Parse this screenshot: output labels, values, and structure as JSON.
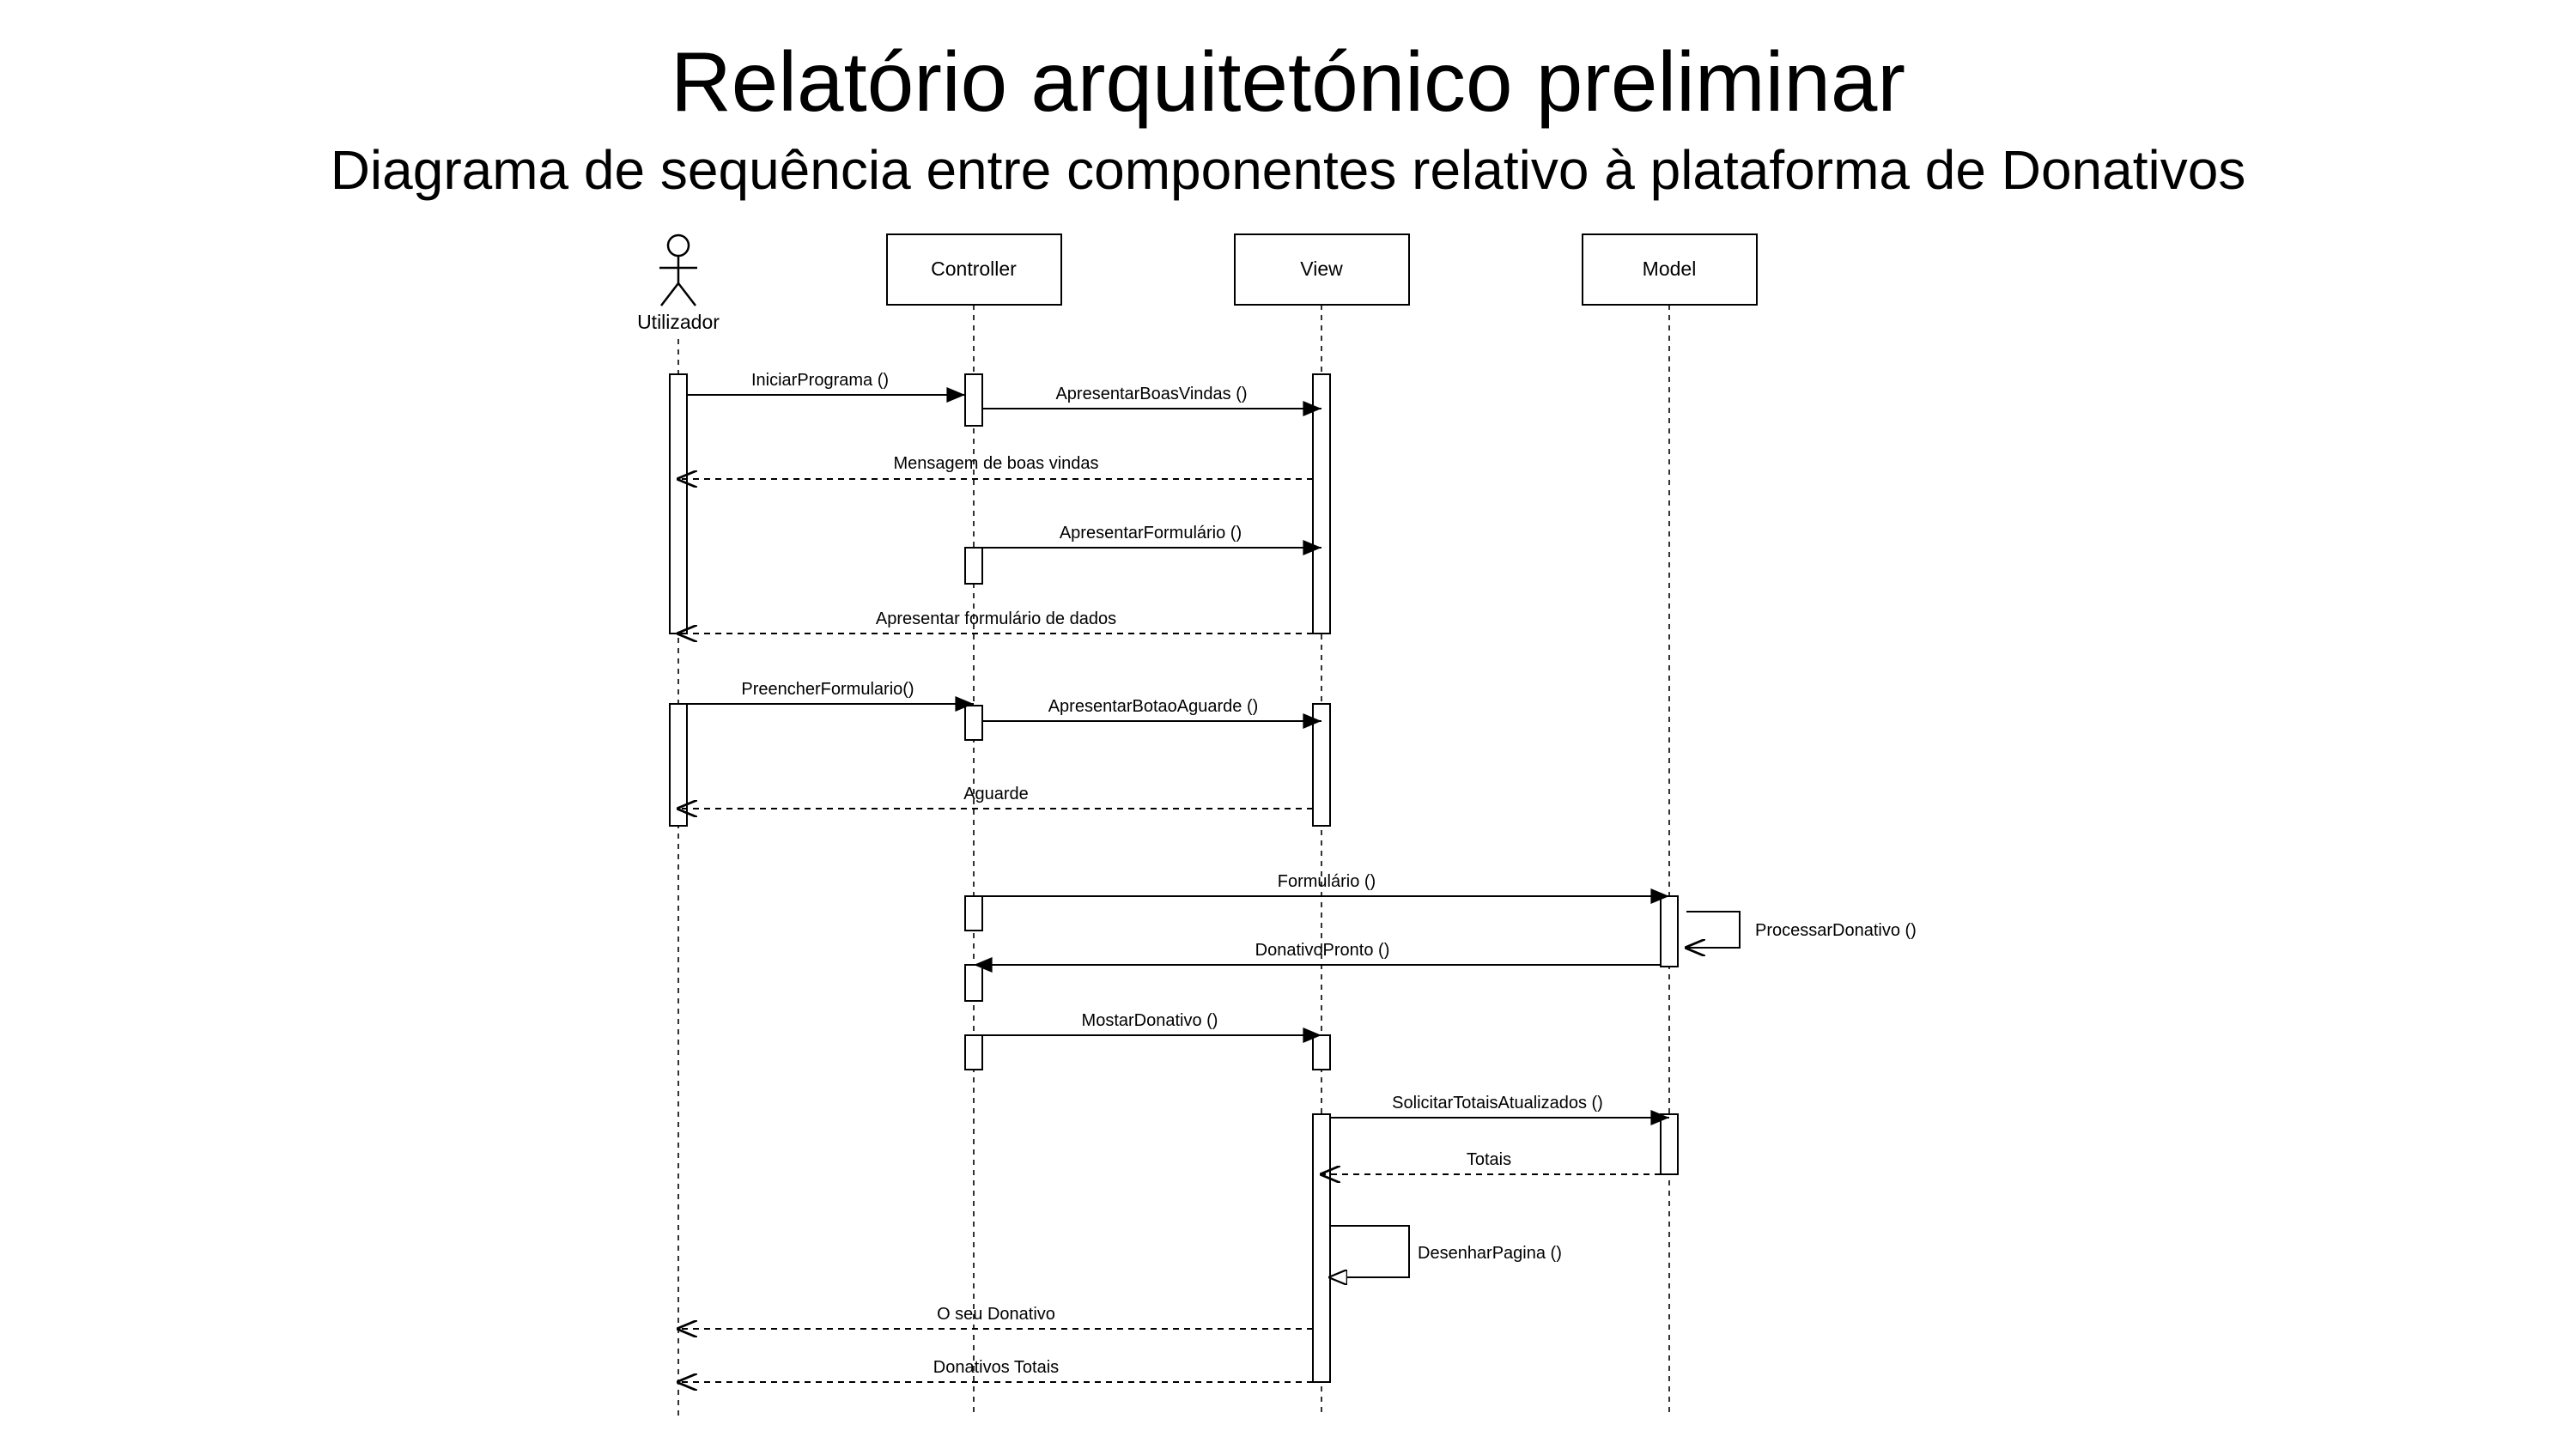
{
  "header": {
    "title": "Relatório arquitetónico preliminar",
    "subtitle": "Diagrama de sequência entre componentes relativo à plataforma de Donativos"
  },
  "participants": {
    "actor": "Utilizador",
    "controller": "Controller",
    "view": "View",
    "model": "Model"
  },
  "messages": {
    "m1": "IniciarPrograma ()",
    "m2": "ApresentarBoasVindas ()",
    "m3": "Mensagem de boas vindas",
    "m4": "ApresentarFormulário ()",
    "m5": "Apresentar formulário de dados",
    "m6": "PreencherFormulario()",
    "m7": "ApresentarBotaoAguarde ()",
    "m8": "Aguarde",
    "m9": "Formulário ()",
    "m10": "ProcessarDonativo ()",
    "m11": "DonativoPronto ()",
    "m12": "MostarDonativo ()",
    "m13": "SolicitarTotaisAtualizados ()",
    "m14": "Totais",
    "m15": "DesenharPagina ()",
    "m16": "O seu Donativo",
    "m17": "Donativos Totais"
  }
}
